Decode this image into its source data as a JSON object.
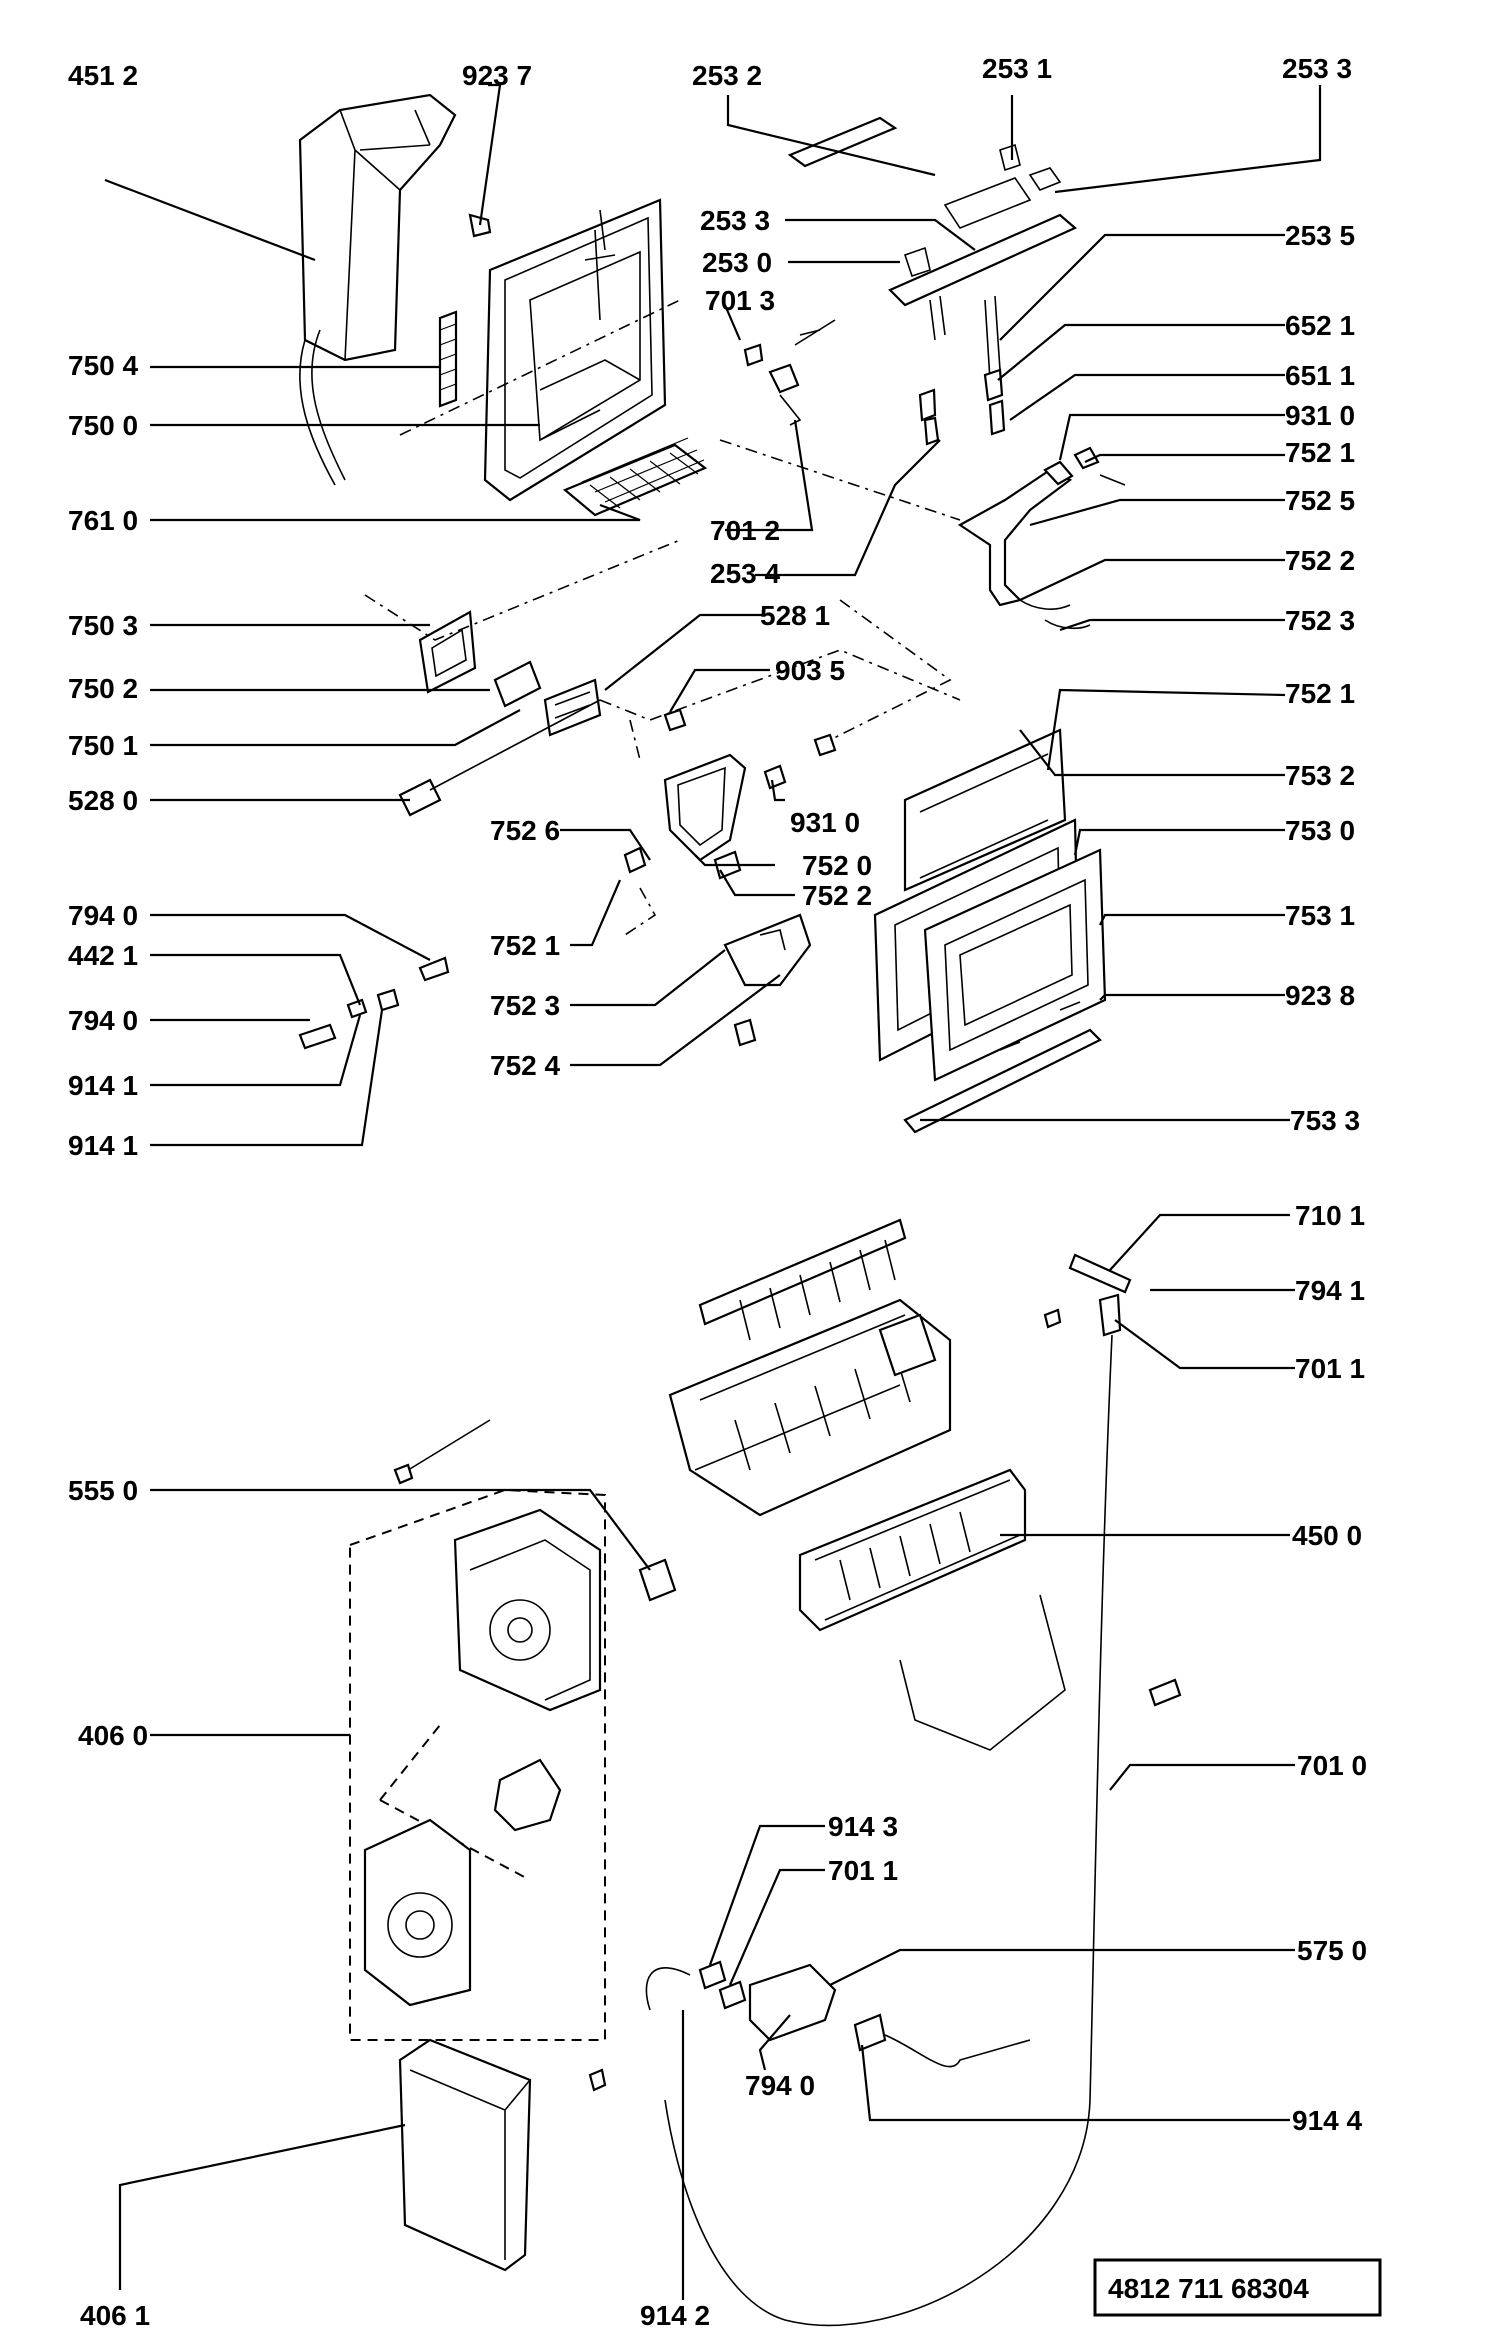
{
  "reference_number": "4812 711 68304",
  "callouts": {
    "c4512": "451 2",
    "c9237": "923 7",
    "c2532": "253 2",
    "c2531": "253 1",
    "c2533a": "253 3",
    "c2533b": "253 3",
    "c2530": "253 0",
    "c2535": "253 5",
    "c7013": "701 3",
    "c6521": "652 1",
    "c7504": "750 4",
    "c6511": "651 1",
    "c7500": "750 0",
    "c9310a": "931 0",
    "c7521a": "752 1",
    "c7610": "761 0",
    "c7012": "701 2",
    "c7525": "752 5",
    "c2534": "253 4",
    "c7522a": "752 2",
    "c7503": "750 3",
    "c5281": "528 1",
    "c7523a": "752 3",
    "c7502": "750 2",
    "c9035": "903 5",
    "c7501": "750 1",
    "c7521b": "752 1",
    "c5280": "528 0",
    "c7532": "753 2",
    "c7526": "752 6",
    "c9310b": "931 0",
    "c7530": "753 0",
    "c7520": "752 0",
    "c7522b": "752 2",
    "c7940a": "794 0",
    "c7521c": "752 1",
    "c7531": "753 1",
    "c4421": "442 1",
    "c7523b": "752 3",
    "c9238": "923 8",
    "c7940b": "794 0",
    "c7524": "752 4",
    "c9141a": "914 1",
    "c9141b": "914 1",
    "c7533": "753 3",
    "c7101": "710 1",
    "c7941": "794 1",
    "c7011a": "701 1",
    "c5550": "555 0",
    "c4500": "450 0",
    "c4060": "406 0",
    "c7010": "701 0",
    "c9143": "914 3",
    "c7011b": "701 1",
    "c5750": "575 0",
    "c7940c": "794 0",
    "c9144": "914 4",
    "c4061": "406 1",
    "c9142": "914 2"
  }
}
